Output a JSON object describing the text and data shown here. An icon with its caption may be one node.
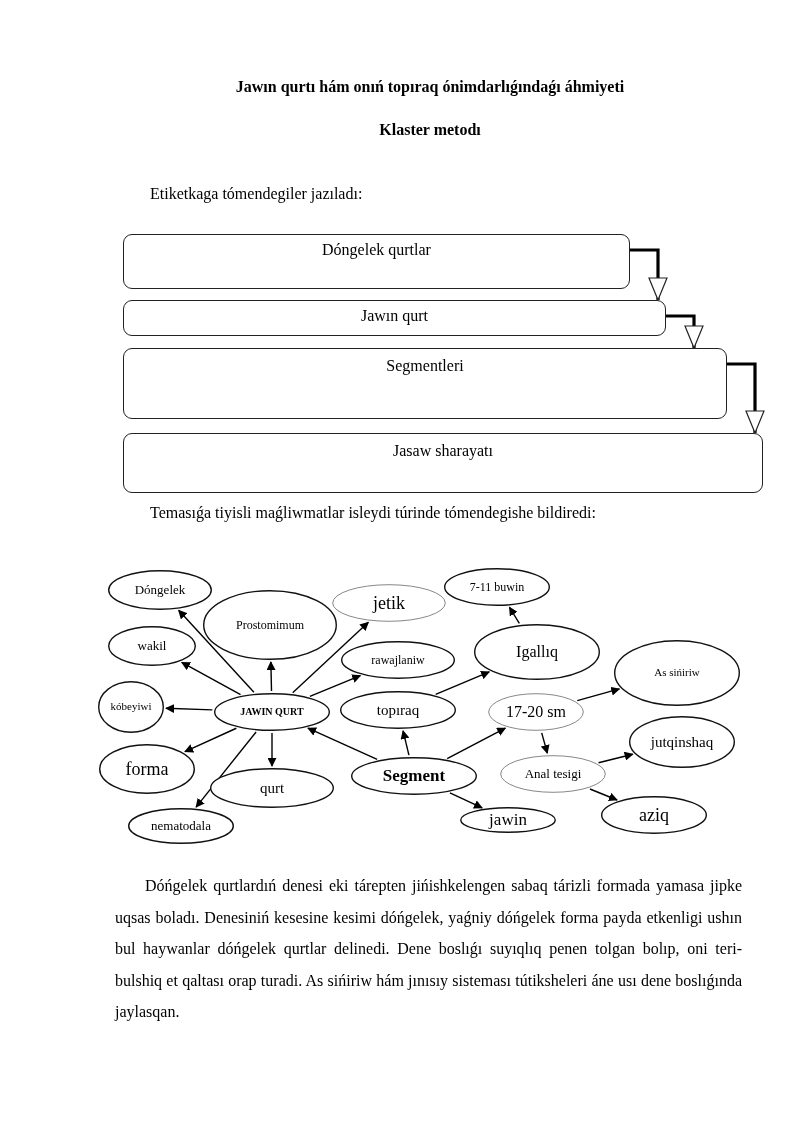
{
  "diagram": {
    "title": "Jawın qurtı hám onıń topıraq ónimdarlıǵındaǵı áhmiyeti",
    "nodes": [
      {
        "text": [
          "Dóngelek qurtlar"
        ]
      },
      {
        "text": [
          "Jawın qurt"
        ]
      },
      {
        "text": [
          "Segmentleri"
        ]
      },
      {
        "text": [
          "Jasaw sharayatı"
        ]
      },
      {
        "text": [
          "Dóngelek"
        ]
      },
      {
        "text": [
          "Prostomimum"
        ]
      },
      {
        "text": [
          "jetik"
        ]
      },
      {
        "text": [
          "7-11 buwin"
        ]
      },
      {
        "text": [
          "wakil"
        ]
      },
      {
        "text": [
          "rawajlaniw"
        ]
      },
      {
        "text": [
          "Igallıq"
        ]
      },
      {
        "text": [
          "As sińiriw"
        ]
      },
      {
        "text": [
          "kóbeyiwi"
        ]
      },
      {
        "text": [
          "JAWIN QURT"
        ]
      },
      {
        "text": [
          "topıraq"
        ]
      },
      {
        "text": [
          "17-20 sm"
        ]
      },
      {
        "text": [
          "jutqinshaq"
        ]
      },
      {
        "text": [
          "forma"
        ]
      },
      {
        "text": [
          "qurt"
        ]
      },
      {
        "text": [
          "Segment"
        ]
      },
      {
        "text": [
          "Anal tesigi"
        ]
      },
      {
        "text": [
          "aziq"
        ]
      },
      {
        "text": [
          "jawin"
        ]
      },
      {
        "text": [
          "nematodala"
        ]
      }
    ],
    "edges": [
      {
        "from": 0,
        "to": 1,
        "arrow": "to",
        "style": "thick"
      },
      {
        "from": 1,
        "to": 2,
        "arrow": "to",
        "style": "thick"
      },
      {
        "from": 2,
        "to": 3,
        "arrow": "to",
        "style": "thick"
      },
      {
        "from": 13,
        "to": 4,
        "arrow": "to"
      },
      {
        "from": 13,
        "to": 8,
        "arrow": "to"
      },
      {
        "from": 13,
        "to": 12,
        "arrow": "to"
      },
      {
        "from": 13,
        "to": 17,
        "arrow": "to"
      },
      {
        "from": 13,
        "to": 23,
        "arrow": "to"
      },
      {
        "from": 13,
        "to": 18,
        "arrow": "to"
      },
      {
        "from": 13,
        "to": 5,
        "arrow": "to"
      },
      {
        "from": 13,
        "to": 6,
        "arrow": "to"
      },
      {
        "from": 13,
        "to": 9,
        "arrow": "to"
      },
      {
        "from": 19,
        "to": 13,
        "arrow": "to"
      },
      {
        "from": 19,
        "to": 14,
        "arrow": "to"
      },
      {
        "from": 19,
        "to": 22,
        "arrow": "to"
      },
      {
        "from": 19,
        "to": 15,
        "arrow": "to"
      },
      {
        "from": 14,
        "to": 10,
        "arrow": "to"
      },
      {
        "from": 10,
        "to": 7,
        "arrow": "to"
      },
      {
        "from": 15,
        "to": 11,
        "arrow": "to"
      },
      {
        "from": 15,
        "to": 20,
        "arrow": "to"
      },
      {
        "from": 20,
        "to": 16,
        "arrow": "to"
      },
      {
        "from": 20,
        "to": 21,
        "arrow": "to"
      }
    ],
    "labels": [
      "Klaster metodı",
      "Etiketkaga tómendegiler jazıladı:",
      "Temasıǵa tiyisli maǵliwmatlar isleydi túrinde tómendegishe bildiredi:",
      "Dóńgelek qurtlardıń denesi eki tárepten jińishkelengen sabaq tárizli formada yamasa jipke uqsas boladı. Denesiniń kesesine kesimi dóńgelek, yaǵniy dóńgelek forma payda etkenligi ushın bul haywanlar dóńgelek qurtlar delinedi. Dene boslıǵı suyıqlıq penen tolgan bolıp, oni teri-bulshiq et qaltası orap turadi. As sińiriw hám jınısıy sisteması tútiksheleri áne usı dene boslıǵında jaylasqan."
    ]
  }
}
